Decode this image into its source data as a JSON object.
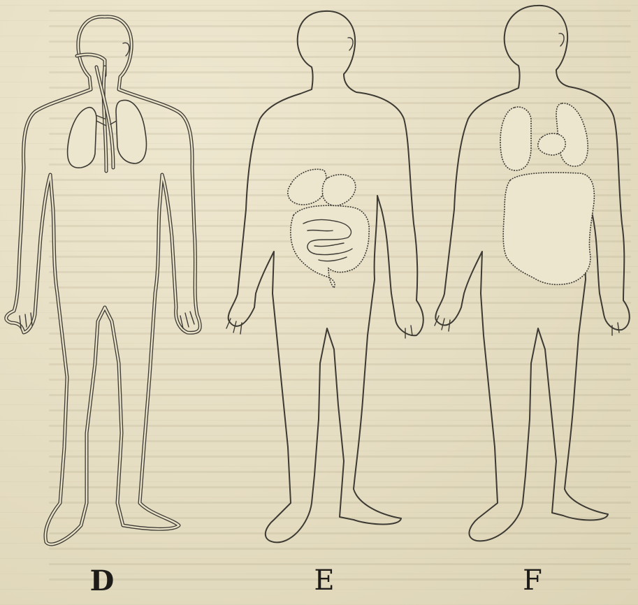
{
  "figures": [
    {
      "label": "D",
      "system": "respiratory"
    },
    {
      "label": "E",
      "system": "digestive"
    },
    {
      "label": "F",
      "system": "organs"
    }
  ]
}
